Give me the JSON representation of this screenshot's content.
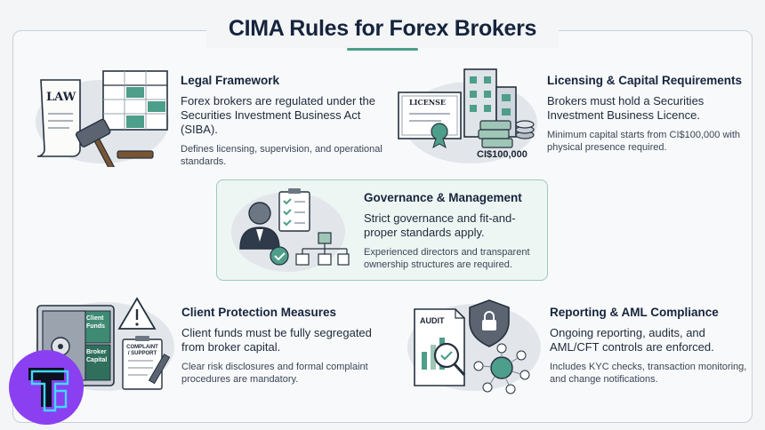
{
  "title": "CIMA Rules for Forex Brokers",
  "sections": {
    "legal": {
      "heading": "Legal Framework",
      "lead": "Forex brokers are regulated under the Securities Investment Business Act (SIBA).",
      "note": "Defines licensing, supervision, and operational standards.",
      "art_label": "LAW"
    },
    "licensing": {
      "heading": "Licensing & Capital Requirements",
      "lead": "Brokers must hold a Securities Investment Business Licence.",
      "note": "Minimum capital starts from CI$100,000 with physical presence required.",
      "art_label": "LICENSE",
      "art_amount": "CI$100,000"
    },
    "governance": {
      "heading": "Governance & Management",
      "lead": "Strict governance and fit-and-proper standards apply.",
      "note": "Experienced directors and transparent ownership structures are required."
    },
    "client": {
      "heading": "Client Protection Measures",
      "lead": "Client funds must be fully segregated from broker capital.",
      "note": "Clear risk disclosures and formal complaint procedures are mandatory.",
      "art_label_funds": "Client Funds",
      "art_label_capital": "Broker Capital",
      "art_label_complaint": "COMPLAINT / SUPPORT"
    },
    "reporting": {
      "heading": "Reporting & AML Compliance",
      "lead": "Ongoing reporting, audits, and AML/CFT controls are enforced.",
      "note": "Includes KYC checks, transaction monitoring, and change notifications.",
      "art_label": "AUDIT"
    }
  },
  "colors": {
    "accent": "#4d9e8a",
    "navy": "#16243d",
    "panel": "#eef6f3",
    "logo": "#8a3ff0"
  }
}
